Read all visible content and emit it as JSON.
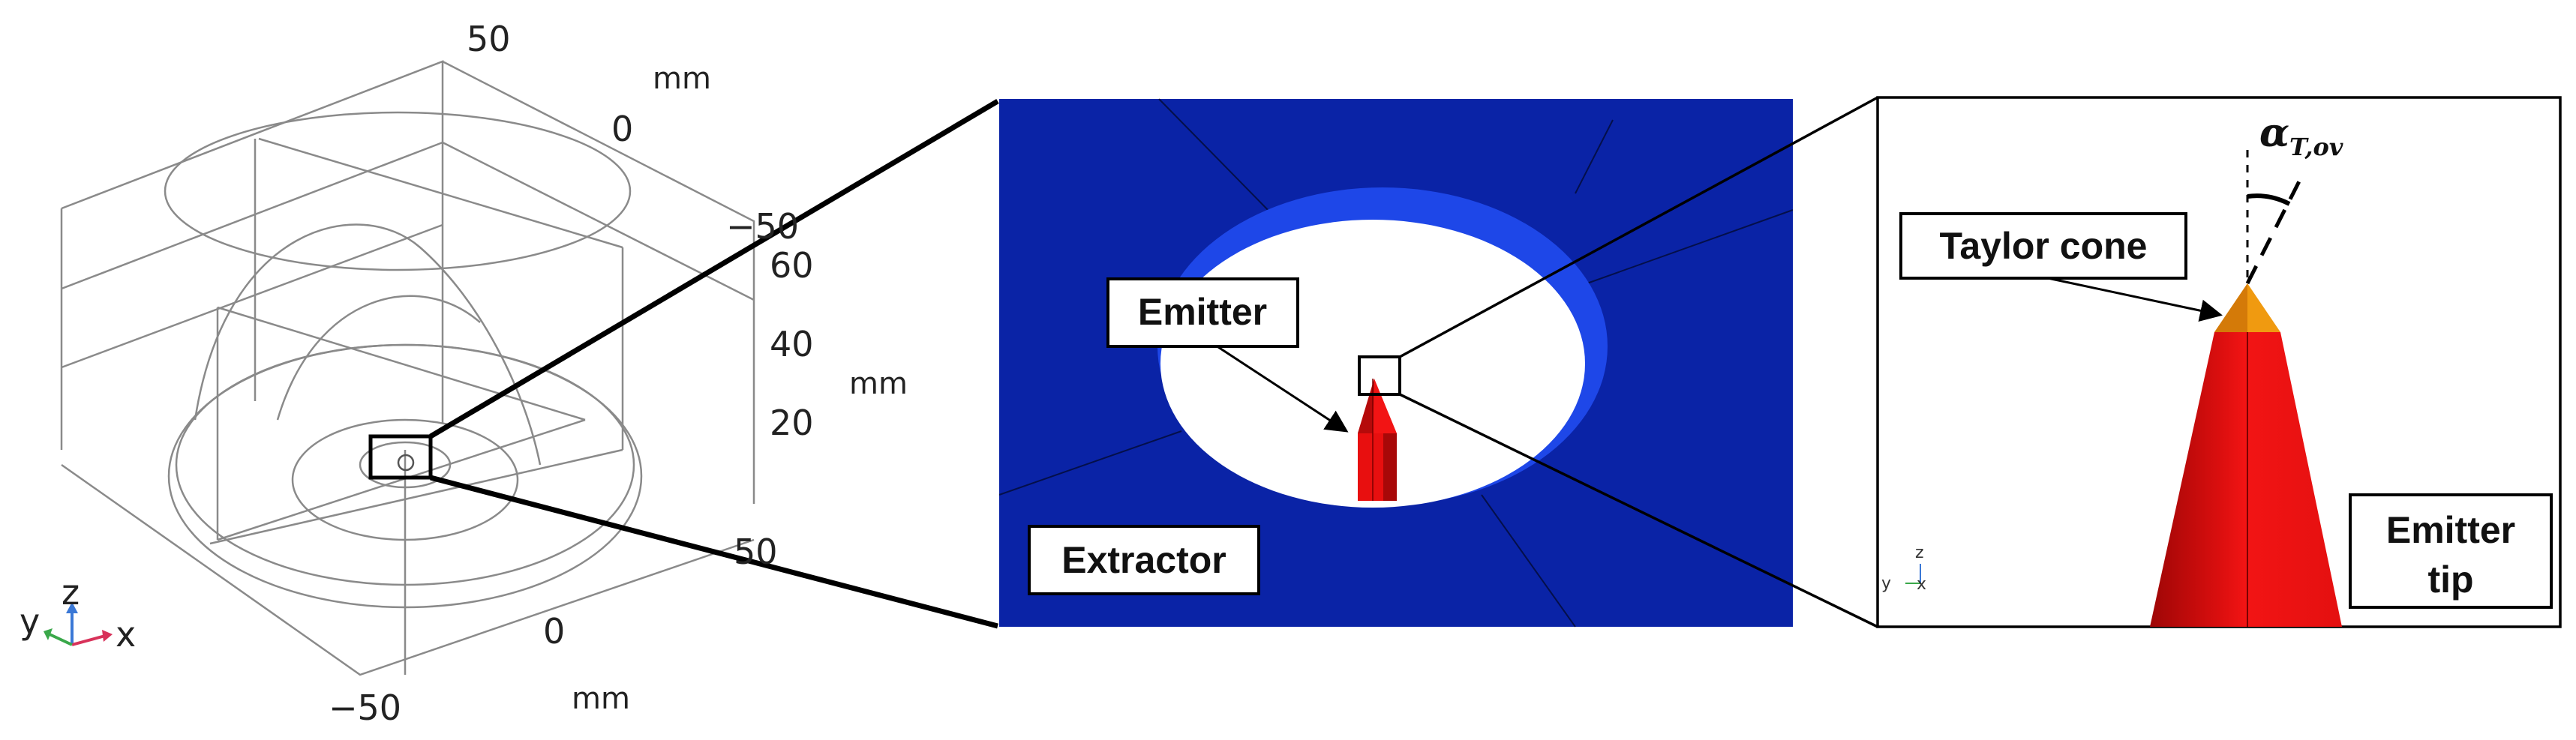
{
  "left_view": {
    "x_ticks": [
      "50",
      "0",
      "−50"
    ],
    "x_unit": "mm",
    "y_ticks": [
      "50",
      "0",
      "−50"
    ],
    "y_unit": "mm",
    "z_ticks": [
      "60",
      "40",
      "20"
    ],
    "z_unit": "mm",
    "triad": {
      "z": "z",
      "y": "y",
      "x": "x"
    }
  },
  "middle_view": {
    "emitter_label": "Emitter",
    "extractor_label": "Extractor"
  },
  "right_view": {
    "taylor_cone_label": "Taylor cone",
    "emitter_tip_line1": "Emitter",
    "emitter_tip_line2": "tip",
    "angle_symbol": "α",
    "angle_subscript": "T,ov",
    "triad": {
      "z": "z",
      "y": "y",
      "x": "x"
    }
  },
  "colors": {
    "extractor_blue": "#0A23A6",
    "rim_blue": "#1E47E8",
    "emitter_red": "#E80F0F",
    "emitter_dark_red": "#A80808",
    "taylor_orange": "#F09A10"
  }
}
